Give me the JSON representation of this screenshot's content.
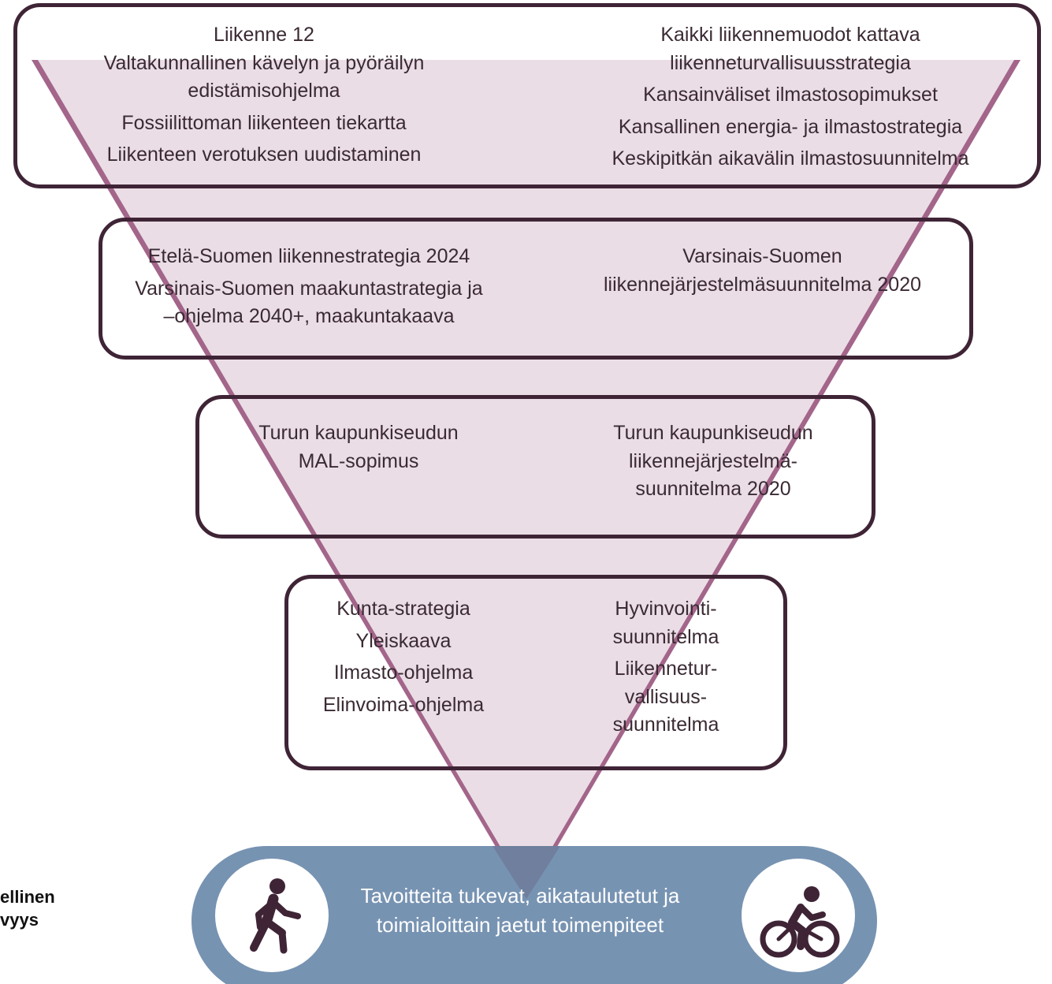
{
  "level_national": {
    "left_items": [
      "Liikenne 12",
      "Valtakunnallinen kävelyn ja pyöräilyn",
      "edistämisohjelma",
      "Fossiilittoman liikenteen tiekartta",
      "Liikenteen verotuksen uudistaminen"
    ],
    "right_items": [
      "Kaikki liikennemuodot kattava",
      "liikenneturvallisuusstrategia",
      "Kansainväliset ilmastosopimukset",
      "Kansallinen energia- ja ilmastostrategia",
      "Keskipitkän aikavälin ilmastosuunnitelma"
    ]
  },
  "level_regional": {
    "left_items": [
      "Etelä-Suomen liikennestrategia 2024",
      "Varsinais-Suomen  maakuntastrategia ja",
      "–ohjelma 2040+, maakuntakaava"
    ],
    "right_items": [
      "Varsinais-Suomen",
      "liikennejärjestelmäsuunnitelma 2020"
    ]
  },
  "level_city_region": {
    "left_items": [
      "Turun kaupunkiseudun",
      "MAL-sopimus"
    ],
    "right_items": [
      "Turun  kaupunkiseudun",
      "liikennejärjestelmä-",
      "suunnitelma 2020"
    ]
  },
  "level_municipal": {
    "left_items": [
      "Kunta-strategia",
      "Yleiskaava",
      "Ilmasto-ohjelma",
      "Elinvoima-ohjelma"
    ],
    "right_items": [
      "Hyvinvointi-",
      "suunnitelma",
      "Liikennetur-",
      "vallisuus-",
      "suunnitelma"
    ]
  },
  "outcome": {
    "lines": [
      "Tavoitteita tukevat, aikataulutetut ja",
      "toimialoittain jaetut toimenpiteet"
    ],
    "left_icon": "walking-person-icon",
    "right_icon": "cyclist-icon"
  },
  "side_label": {
    "lines": [
      "ellinen",
      "vyys"
    ]
  },
  "colors": {
    "funnel_dark": "#a3658a",
    "funnel_light": "#ebdde5",
    "box_border": "#3f2436",
    "pill": "#7793b2",
    "text": "#3a2a33"
  }
}
